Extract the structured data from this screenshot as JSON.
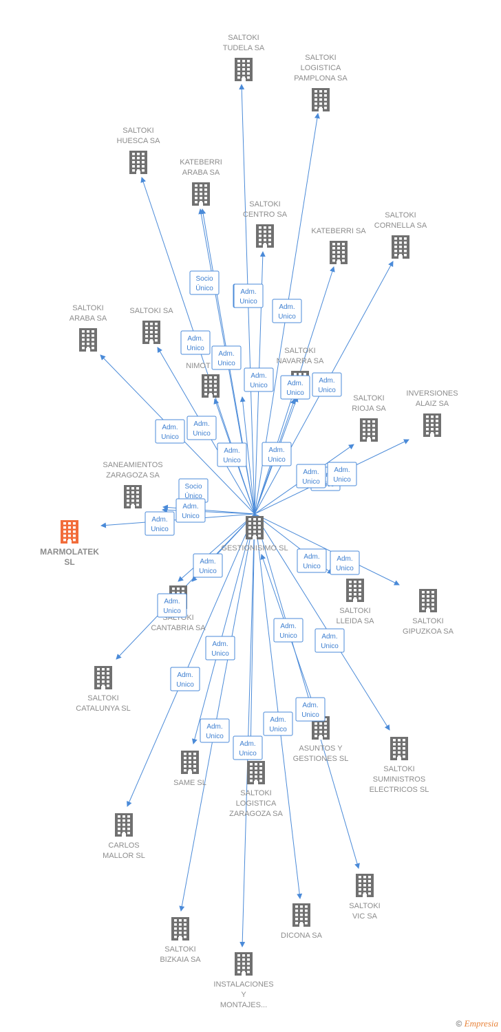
{
  "colors": {
    "edge": "#4a8ad8",
    "building": "#707070",
    "focus_building": "#f26c3a",
    "label": "#8c8c8c"
  },
  "focus": {
    "id": "marmolatek",
    "label": [
      "MARMOLATEK",
      "SL"
    ]
  },
  "center": {
    "id": "gestionisimo",
    "label": [
      "GESTIONISIMO SL"
    ]
  },
  "nodes": [
    {
      "id": "gestionisimo",
      "label": [
        "GESTIONISIMO SL"
      ]
    },
    {
      "id": "marmolatek",
      "label": [
        "MARMOLATEK",
        "SL"
      ]
    },
    {
      "id": "tudela",
      "label": [
        "SALTOKI",
        "TUDELA SA"
      ]
    },
    {
      "id": "pamplona",
      "label": [
        "SALTOKI",
        "LOGISTICA",
        "PAMPLONA SA"
      ]
    },
    {
      "id": "huesca",
      "label": [
        "SALTOKI",
        "HUESCA SA"
      ]
    },
    {
      "id": "kateberri_araba",
      "label": [
        "KATEBERRI",
        "ARABA SA"
      ]
    },
    {
      "id": "centro",
      "label": [
        "SALTOKI",
        "CENTRO SA"
      ]
    },
    {
      "id": "kateberri",
      "label": [
        "KATEBERRI SA"
      ]
    },
    {
      "id": "cornella",
      "label": [
        "SALTOKI",
        "CORNELLA SA"
      ]
    },
    {
      "id": "araba",
      "label": [
        "SALTOKI",
        "ARABA SA"
      ]
    },
    {
      "id": "saltoki",
      "label": [
        "SALTOKI SA"
      ]
    },
    {
      "id": "nimot",
      "label": [
        "NIMOT"
      ]
    },
    {
      "id": "navarra",
      "label": [
        "SALTOKI",
        "NAVARRA SA"
      ]
    },
    {
      "id": "rioja",
      "label": [
        "SALTOKI",
        "RIOJA SA"
      ]
    },
    {
      "id": "alaiz",
      "label": [
        "INVERSIONES",
        "ALAIZ SA"
      ]
    },
    {
      "id": "saneamientos",
      "label": [
        "SANEAMIENTOS",
        "ZARAGOZA SA"
      ]
    },
    {
      "id": "cantabria",
      "label": [
        "SALTOKI",
        "CANTABRIA SA"
      ]
    },
    {
      "id": "lleida",
      "label": [
        "SALTOKI",
        "LLEIDA SA"
      ]
    },
    {
      "id": "gipuzkoa",
      "label": [
        "SALTOKI",
        "GIPUZKOA SA"
      ]
    },
    {
      "id": "catalunya",
      "label": [
        "SALTOKI",
        "CATALUNYA SL"
      ]
    },
    {
      "id": "asuntos",
      "label": [
        "ASUNTOS Y",
        "GESTIONES SL"
      ]
    },
    {
      "id": "suministros",
      "label": [
        "SALTOKI",
        "SUMINISTROS",
        "ELECTRICOS SL"
      ]
    },
    {
      "id": "same",
      "label": [
        "SAME SL"
      ]
    },
    {
      "id": "log_zaragoza",
      "label": [
        "SALTOKI",
        "LOGISTICA",
        "ZARAGOZA SA"
      ]
    },
    {
      "id": "mallor",
      "label": [
        "CARLOS",
        "MALLOR SL"
      ]
    },
    {
      "id": "vic",
      "label": [
        "SALTOKI",
        "VIC SA"
      ]
    },
    {
      "id": "dicona",
      "label": [
        "DICONA SA"
      ]
    },
    {
      "id": "bizkaia",
      "label": [
        "SALTOKI",
        "BIZKAIA SA"
      ]
    },
    {
      "id": "instalaciones",
      "label": [
        "INSTALACIONES",
        "Y",
        "MONTAJES..."
      ]
    }
  ],
  "edges": [
    {
      "from": "gestionisimo",
      "to": "tudela",
      "label": [
        "Adm.",
        "Unico"
      ]
    },
    {
      "from": "gestionisimo",
      "to": "pamplona",
      "label": [
        "Adm.",
        "Unico"
      ]
    },
    {
      "from": "gestionisimo",
      "to": "huesca",
      "label": [
        "Adm.",
        "Unico"
      ]
    },
    {
      "from": "gestionisimo",
      "to": "kateberri_araba",
      "label": [
        "Socio",
        "Único"
      ]
    },
    {
      "from": "gestionisimo",
      "to": "kateberri_araba",
      "label": [
        "Adm.",
        "Unico"
      ]
    },
    {
      "from": "gestionisimo",
      "to": "centro",
      "label": [
        "Adm.",
        "Unico"
      ]
    },
    {
      "from": "gestionisimo",
      "to": "kateberri",
      "label": [
        "Adm.",
        "Unico"
      ]
    },
    {
      "from": "gestionisimo",
      "to": "cornella",
      "label": [
        "Adm.",
        "Unico"
      ]
    },
    {
      "from": "gestionisimo",
      "to": "araba",
      "label": [
        "Adm.",
        "Unico"
      ]
    },
    {
      "from": "gestionisimo",
      "to": "saltoki",
      "label": [
        "Adm.",
        "Unico"
      ]
    },
    {
      "from": "gestionisimo",
      "to": "nimot",
      "label": [
        "Adm.",
        "Unico"
      ]
    },
    {
      "from": "gestionisimo",
      "to": "nimot",
      "label": [
        "Adm.",
        "Unico"
      ]
    },
    {
      "from": "gestionisimo",
      "to": "navarra",
      "label": [
        "Adm.",
        "Unico"
      ]
    },
    {
      "from": "gestionisimo",
      "to": "navarra",
      "label": [
        "Adm.",
        "Unico"
      ]
    },
    {
      "from": "gestionisimo",
      "to": "rioja",
      "label": [
        "Adm.",
        "Unico"
      ]
    },
    {
      "from": "gestionisimo",
      "to": "alaiz",
      "label": [
        "Adm.",
        "Unico"
      ]
    },
    {
      "from": "gestionisimo",
      "to": "saneamientos",
      "label": [
        "Socio",
        "Único"
      ]
    },
    {
      "from": "gestionisimo",
      "to": "saneamientos",
      "label": [
        "Adm.",
        "Unico"
      ]
    },
    {
      "from": "gestionisimo",
      "to": "marmolatek",
      "label": [
        "Adm.",
        "Unico"
      ]
    },
    {
      "from": "gestionisimo",
      "to": "cantabria",
      "label": [
        "Adm.",
        "Unico"
      ]
    },
    {
      "from": "gestionisimo",
      "to": "cantabria",
      "label": [
        "Adm.",
        "Unico"
      ]
    },
    {
      "from": "gestionisimo",
      "to": "lleida",
      "label": [
        "Adm.",
        "Unico"
      ]
    },
    {
      "from": "gestionisimo",
      "to": "gipuzkoa",
      "label": [
        "Adm.",
        "Unico"
      ]
    },
    {
      "from": "gestionisimo",
      "to": "catalunya",
      "label": [
        "Adm.",
        "Unico"
      ]
    },
    {
      "from": "gestionisimo",
      "to": "same",
      "label": [
        "Adm.",
        "Unico"
      ]
    },
    {
      "from": "gestionisimo",
      "to": "log_zaragoza",
      "label": [
        "Adm.",
        "Unico"
      ]
    },
    {
      "from": "gestionisimo",
      "to": "mallor",
      "label": [
        "Adm.",
        "Unico"
      ]
    },
    {
      "from": "gestionisimo",
      "to": "suministros",
      "label": [
        "Adm.",
        "Unico"
      ]
    },
    {
      "from": "asuntos",
      "to": "gestionisimo",
      "label": [
        "Adm.",
        "Unico"
      ]
    },
    {
      "from": "gestionisimo",
      "to": "vic",
      "label": [
        "Adm.",
        "Unico"
      ]
    },
    {
      "from": "gestionisimo",
      "to": "dicona",
      "label": [
        "Adm.",
        "Unico"
      ]
    },
    {
      "from": "gestionisimo",
      "to": "bizkaia",
      "label": [
        "Adm.",
        "Unico"
      ]
    },
    {
      "from": "gestionisimo",
      "to": "instalaciones",
      "label": [
        "Adm.",
        "Unico"
      ]
    }
  ],
  "footer": {
    "copyright": "©",
    "brand": "Empresia"
  }
}
